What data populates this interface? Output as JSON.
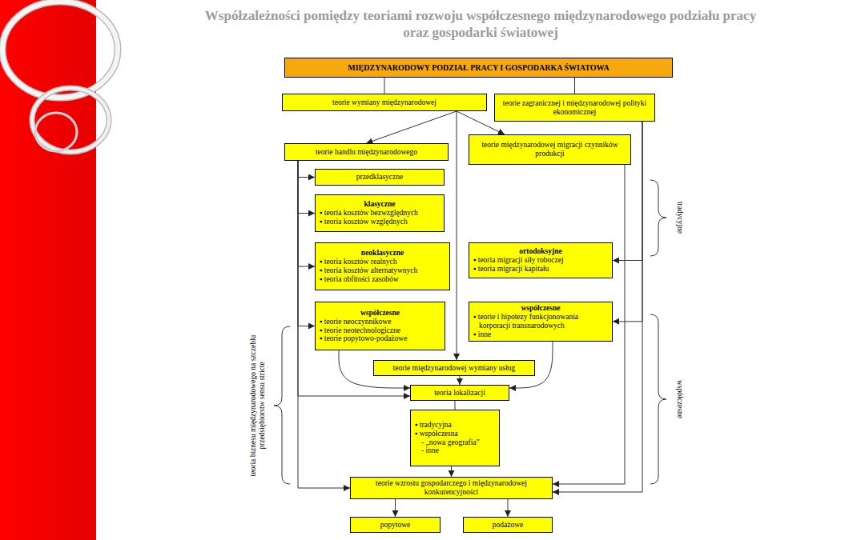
{
  "diagram": {
    "title": "Współzależności pomiędzy teoriami rozwoju współczesnego międzynarodowego podziału pracy oraz gospodarki światowej",
    "nodes": [
      {
        "text": [
          "MIĘDZYNARODOWY PODZIAŁ PRACY I GOSPODARKA ŚWIATOWA"
        ]
      },
      {
        "text": [
          "teorie wymiany międzynarodowej"
        ]
      },
      {
        "text": [
          "teorie zagranicznej i międzynarodowej polityki ekonomicznej"
        ]
      },
      {
        "text": [
          "teorie handlu międzynarodowego"
        ]
      },
      {
        "text": [
          "teorie międzynarodowej migracji czynników produkcji"
        ]
      },
      {
        "text": [
          "przedklasyczne"
        ]
      },
      {
        "text": [
          "klasyczne",
          "▪ teoria kosztów bezwzględnych",
          "▪ teoria kosztów względnych"
        ]
      },
      {
        "text": [
          "neoklasyczne",
          "▪ teoria kosztów realnych",
          "▪ teoria kosztów alternatywnych",
          "▪ teoria obfitości zasobów"
        ]
      },
      {
        "text": [
          "ortodoksyjne",
          "▪ teoria migracji siły roboczej",
          "▪ teoria migracji kapitału"
        ]
      },
      {
        "text": [
          "współczesne",
          "▪ teorie neoczynnikowe",
          "▪ teorie neotechnologiczne",
          "▪ teorie popytowo-podażowe"
        ]
      },
      {
        "text": [
          "współczesne",
          "▪ teorie i hipotezy funkcjonowania korporacji transnarodowych",
          "▪ inne"
        ]
      },
      {
        "text": [
          "teorie międzynarodowej wymiany usług"
        ]
      },
      {
        "text": [
          "teoria lokalizacji"
        ]
      },
      {
        "text": [
          "▪ tradycyjna",
          "▪ współczesna",
          "- „nowa geografia”",
          "- inne"
        ]
      },
      {
        "text": [
          "teorie wzrostu gospodarczego i międzynarodowej konkurencyjności"
        ]
      },
      {
        "text": [
          "popytowe"
        ]
      },
      {
        "text": [
          "podażowe"
        ]
      }
    ],
    "edges": [
      {
        "from": 0,
        "to": 1,
        "arrow": "none"
      },
      {
        "from": 0,
        "to": 2,
        "arrow": "none"
      },
      {
        "from": 1,
        "to": 3,
        "arrow": "to"
      },
      {
        "from": 1,
        "to": 4,
        "arrow": "to"
      },
      {
        "from": 1,
        "to": 11,
        "arrow": "to"
      },
      {
        "from": 3,
        "to": 5,
        "arrow": "to"
      },
      {
        "from": 3,
        "to": 6,
        "arrow": "to"
      },
      {
        "from": 3,
        "to": 7,
        "arrow": "to"
      },
      {
        "from": 3,
        "to": 9,
        "arrow": "to"
      },
      {
        "from": 3,
        "to": 12,
        "arrow": "to"
      },
      {
        "from": 3,
        "to": 14,
        "arrow": "to"
      },
      {
        "from": 2,
        "to": 8,
        "arrow": "to"
      },
      {
        "from": 2,
        "to": 10,
        "arrow": "to"
      },
      {
        "from": 2,
        "to": 14,
        "arrow": "to"
      },
      {
        "from": 4,
        "to": 14,
        "arrow": "to"
      },
      {
        "from": 9,
        "to": 12,
        "arrow": "to"
      },
      {
        "from": 10,
        "to": 12,
        "arrow": "to"
      },
      {
        "from": 11,
        "to": 12,
        "arrow": "to"
      },
      {
        "from": 12,
        "to": 13,
        "arrow": "none"
      },
      {
        "from": 13,
        "to": 14,
        "arrow": "to"
      },
      {
        "from": 14,
        "to": 15,
        "arrow": "to"
      },
      {
        "from": 14,
        "to": 16,
        "arrow": "to"
      }
    ],
    "labels": [
      "tradycyjne",
      "współczesne",
      "teoria biznesu międzynarodowego na szczeblu przedsiębiorstw sensu stricte"
    ]
  }
}
